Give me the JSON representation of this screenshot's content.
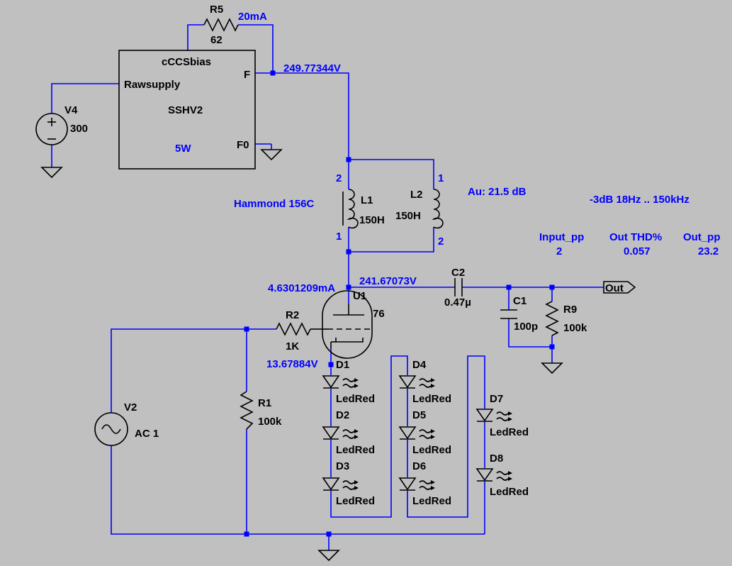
{
  "colors": {
    "background": "#c0c0c0",
    "wire": "#0000ff",
    "component": "#000000",
    "annotation": "#0000ff"
  },
  "labels": {
    "r5_name": "R5",
    "r5_value": "62",
    "r5_current": "20mA",
    "block_title": "cCCSbias",
    "block_model": "SSHV2",
    "block_power": "5W",
    "pin_rawsupply": "Rawsupply",
    "pin_f": "F",
    "pin_f0": "F0",
    "v4_name": "V4",
    "v4_value": "300",
    "node_supply_voltage": "249.77344V",
    "l1_name": "L1",
    "l1_value": "150H",
    "l1_pin_top": "2",
    "l1_pin_bottom": "1",
    "l2_name": "L2",
    "l2_value": "150H",
    "l2_pin_top": "1",
    "l2_pin_bottom": "2",
    "transformer_model": "Hammond 156C",
    "gain": "Au: 21.5 dB",
    "bandwidth": "-3dB 18Hz .. 150kHz",
    "input_pp_header": "Input_pp",
    "input_pp_value": "2",
    "thd_header": "Out THD%",
    "thd_value": "0.057",
    "out_pp_header": "Out_pp",
    "out_pp_value": "23.2",
    "plate_current": "4.6301209mA",
    "plate_voltage": "241.67073V",
    "u1_name": "U1",
    "u1_model": "76",
    "c2_name": "C2",
    "c2_value": "0.47µ",
    "c1_name": "C1",
    "c1_value": "100p",
    "r9_name": "R9",
    "r9_value": "100k",
    "out_port": "Out",
    "r2_name": "R2",
    "r2_value": "1K",
    "cathode_voltage": "13.67884V",
    "v2_name": "V2",
    "v2_value": "AC 1",
    "r1_name": "R1",
    "r1_value": "100k",
    "d1": "D1",
    "d2": "D2",
    "d3": "D3",
    "d4": "D4",
    "d5": "D5",
    "d6": "D6",
    "d7": "D7",
    "d8": "D8",
    "led_model": "LedRed"
  }
}
